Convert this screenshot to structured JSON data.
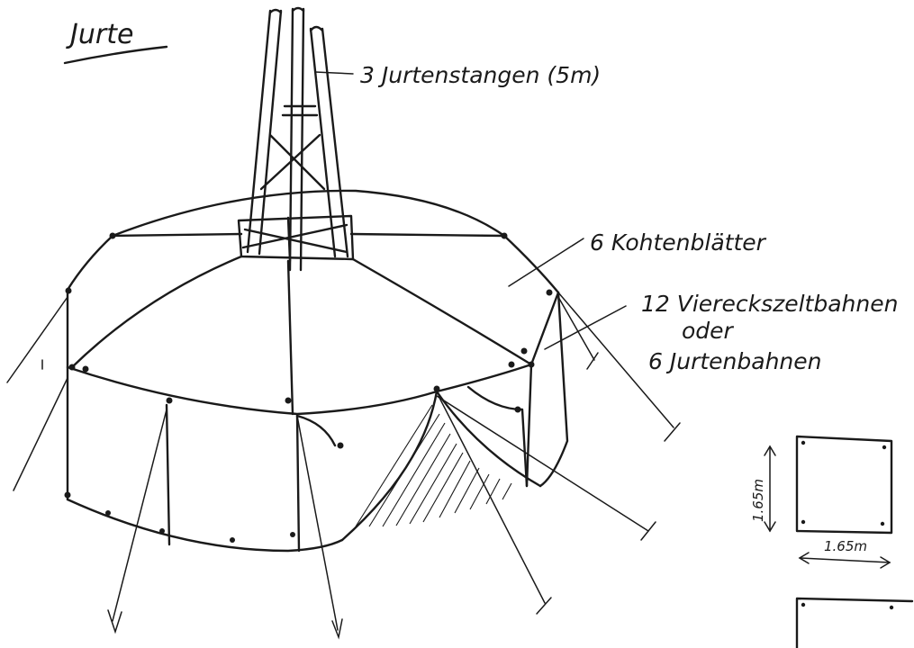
{
  "title": "Jurte",
  "labels": {
    "poles": "3 Jurtenstangen (5m)",
    "roof": "6 Kohtenblätter",
    "walls_line1": "12 Viereckszeltbahnen",
    "walls_line2": "oder",
    "walls_line3": "6 Jurtenbahnen"
  },
  "dimensions": {
    "height": "1.65m",
    "width": "1.65m"
  }
}
